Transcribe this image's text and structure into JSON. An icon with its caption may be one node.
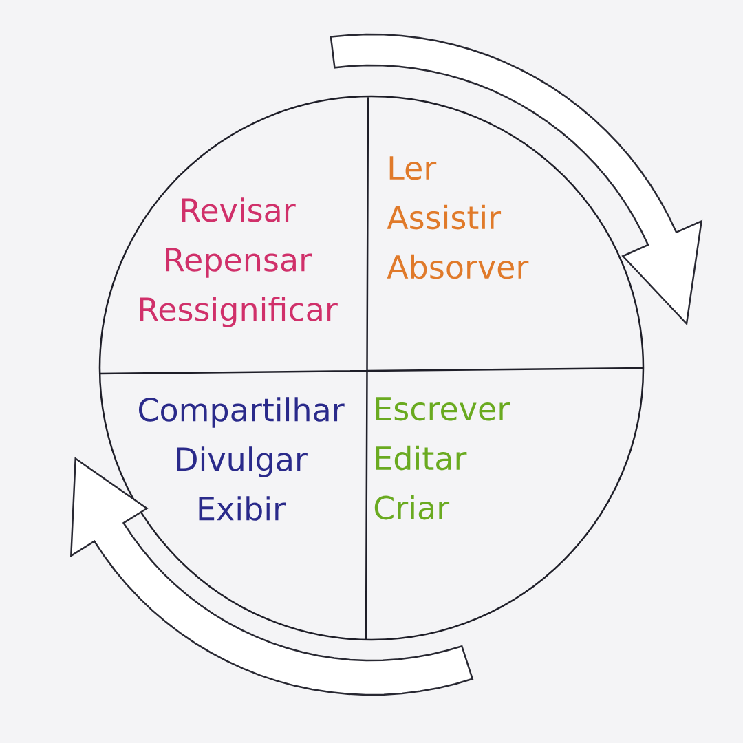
{
  "diagram": {
    "nodes": [
      {
        "text": [
          "Revisar",
          "Repensar",
          "Ressignificar"
        ]
      },
      {
        "text": [
          "Ler",
          "Assistir",
          "Absorver"
        ]
      },
      {
        "text": [
          "Compartilhar",
          "Divulgar",
          "Exibir"
        ]
      },
      {
        "text": [
          "Escrever",
          "Editar",
          "Criar"
        ]
      }
    ]
  }
}
